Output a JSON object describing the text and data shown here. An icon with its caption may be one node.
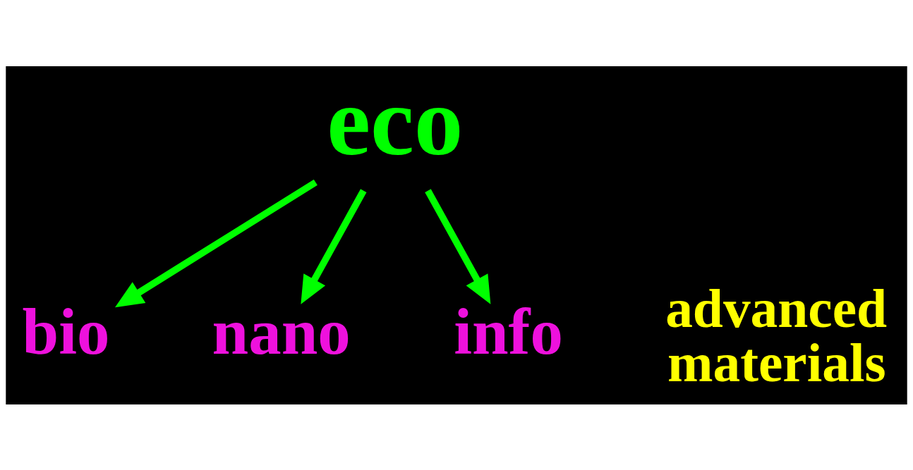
{
  "diagram": {
    "nodes": [
      {
        "text": [
          "eco"
        ]
      },
      {
        "text": [
          "bio"
        ]
      },
      {
        "text": [
          "nano"
        ]
      },
      {
        "text": [
          "info"
        ]
      }
    ],
    "edges": [
      {
        "from": 0,
        "to": 1,
        "arrow": "to"
      },
      {
        "from": 0,
        "to": 2,
        "arrow": "to"
      },
      {
        "from": 0,
        "to": 3,
        "arrow": "to"
      }
    ],
    "labels": [
      "advanced materials"
    ]
  }
}
